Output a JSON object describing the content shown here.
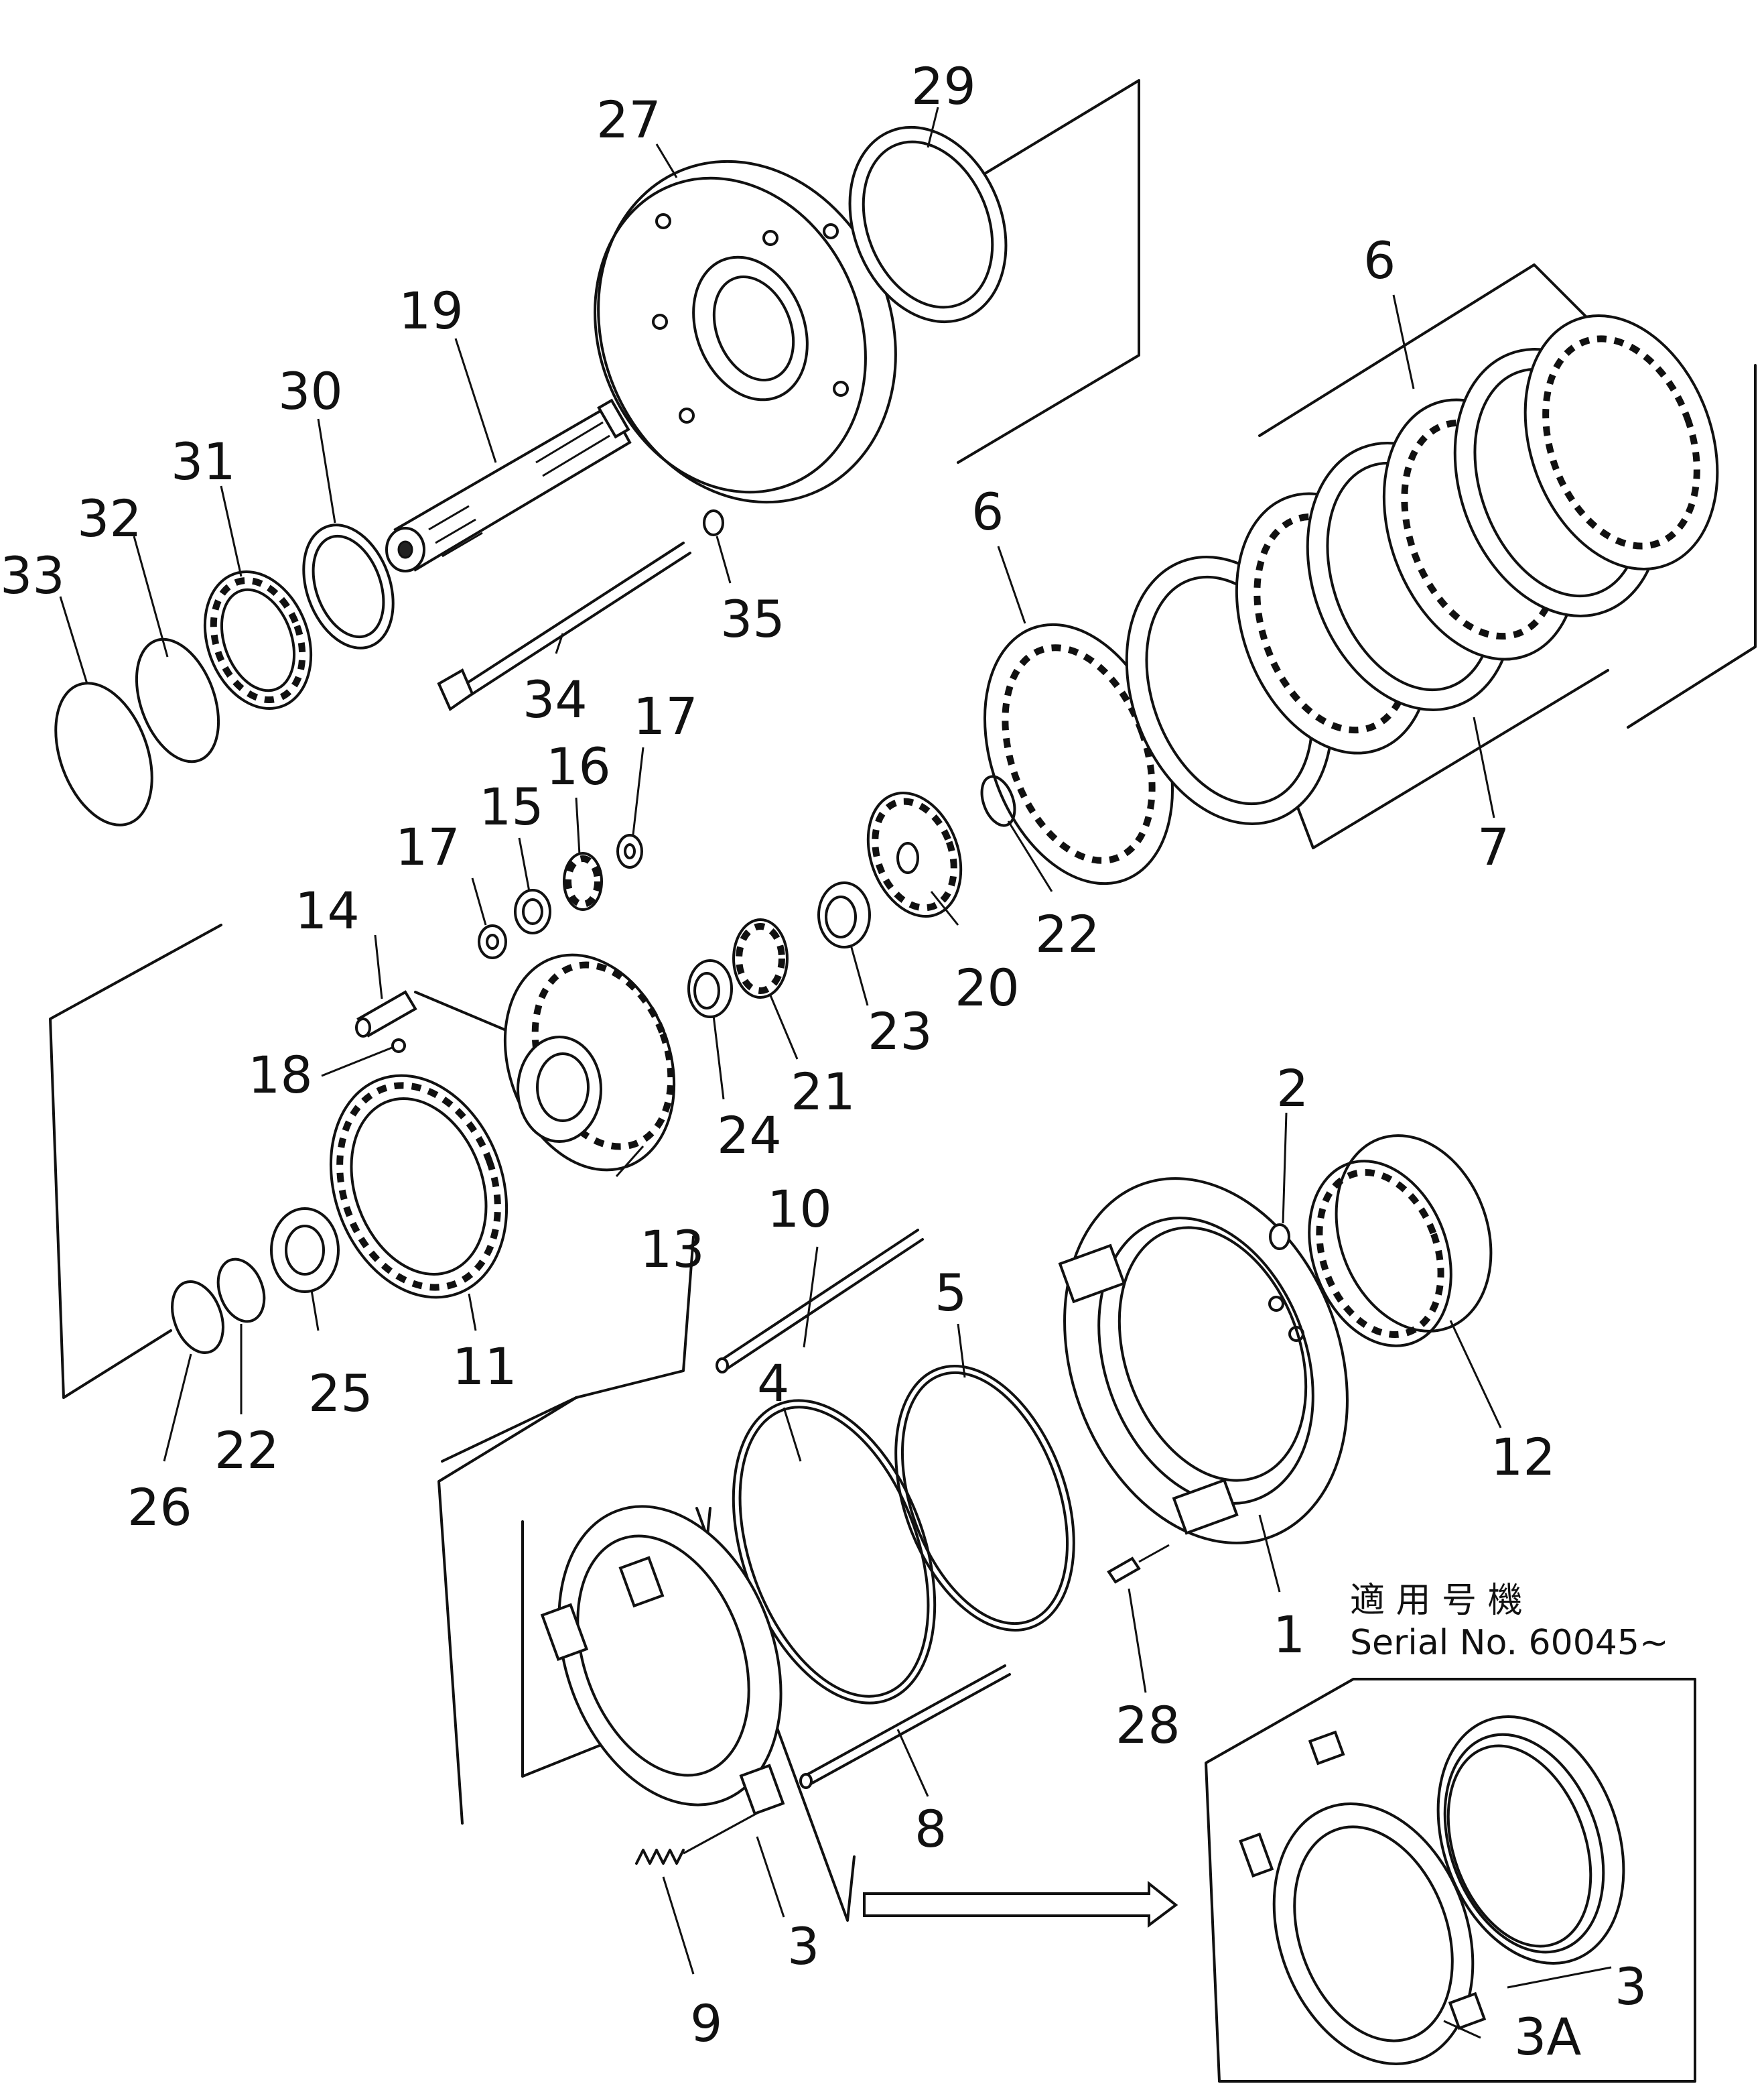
{
  "parts": {
    "p1": "1",
    "p2": "2",
    "p3": "3",
    "p3b": "3",
    "p3a": "3A",
    "p4": "4",
    "p5": "5",
    "p6a": "6",
    "p6b": "6",
    "p7": "7",
    "p8": "8",
    "p9": "9",
    "p10": "10",
    "p11": "11",
    "p12": "12",
    "p13": "13",
    "p14": "14",
    "p15": "15",
    "p16": "16",
    "p17a": "17",
    "p17b": "17",
    "p18": "18",
    "p19": "19",
    "p20": "20",
    "p21": "21",
    "p22a": "22",
    "p22b": "22",
    "p23": "23",
    "p24": "24",
    "p25": "25",
    "p26": "26",
    "p27": "27",
    "p28": "28",
    "p29": "29",
    "p30": "30",
    "p31": "31",
    "p32": "32",
    "p33": "33",
    "p34": "34",
    "p35": "35"
  },
  "inset": {
    "applicable_machines": "適 用 号 機",
    "serial": "Serial No. 60045~"
  }
}
